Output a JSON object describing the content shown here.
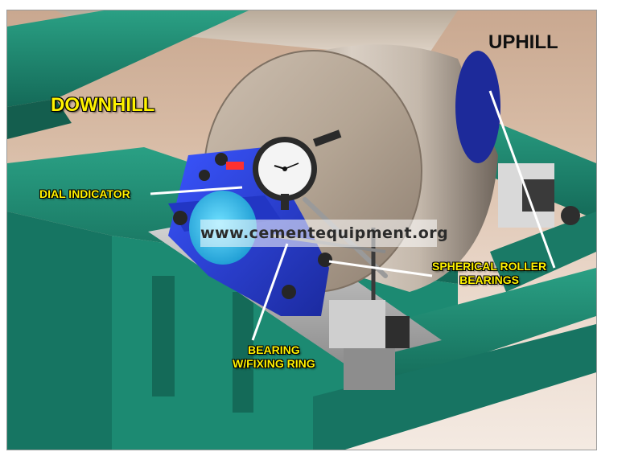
{
  "labels": {
    "uphill": "UPHILL",
    "downhill": "DOWNHILL",
    "dial_indicator": "DIAL INDICATOR",
    "spherical_roller_line1": "SPHERICAL ROLLER",
    "spherical_roller_line2": "BEARINGS",
    "bearing_line1": "BEARING",
    "bearing_line2": "W/FIXING RING"
  },
  "watermark": "www.cementequipment.org",
  "colors": {
    "label_yellow": "#fff200",
    "frame_green": "#1f8a74",
    "housing_blue": "#2a3fd0",
    "roller_metal": "#a99a8a"
  }
}
